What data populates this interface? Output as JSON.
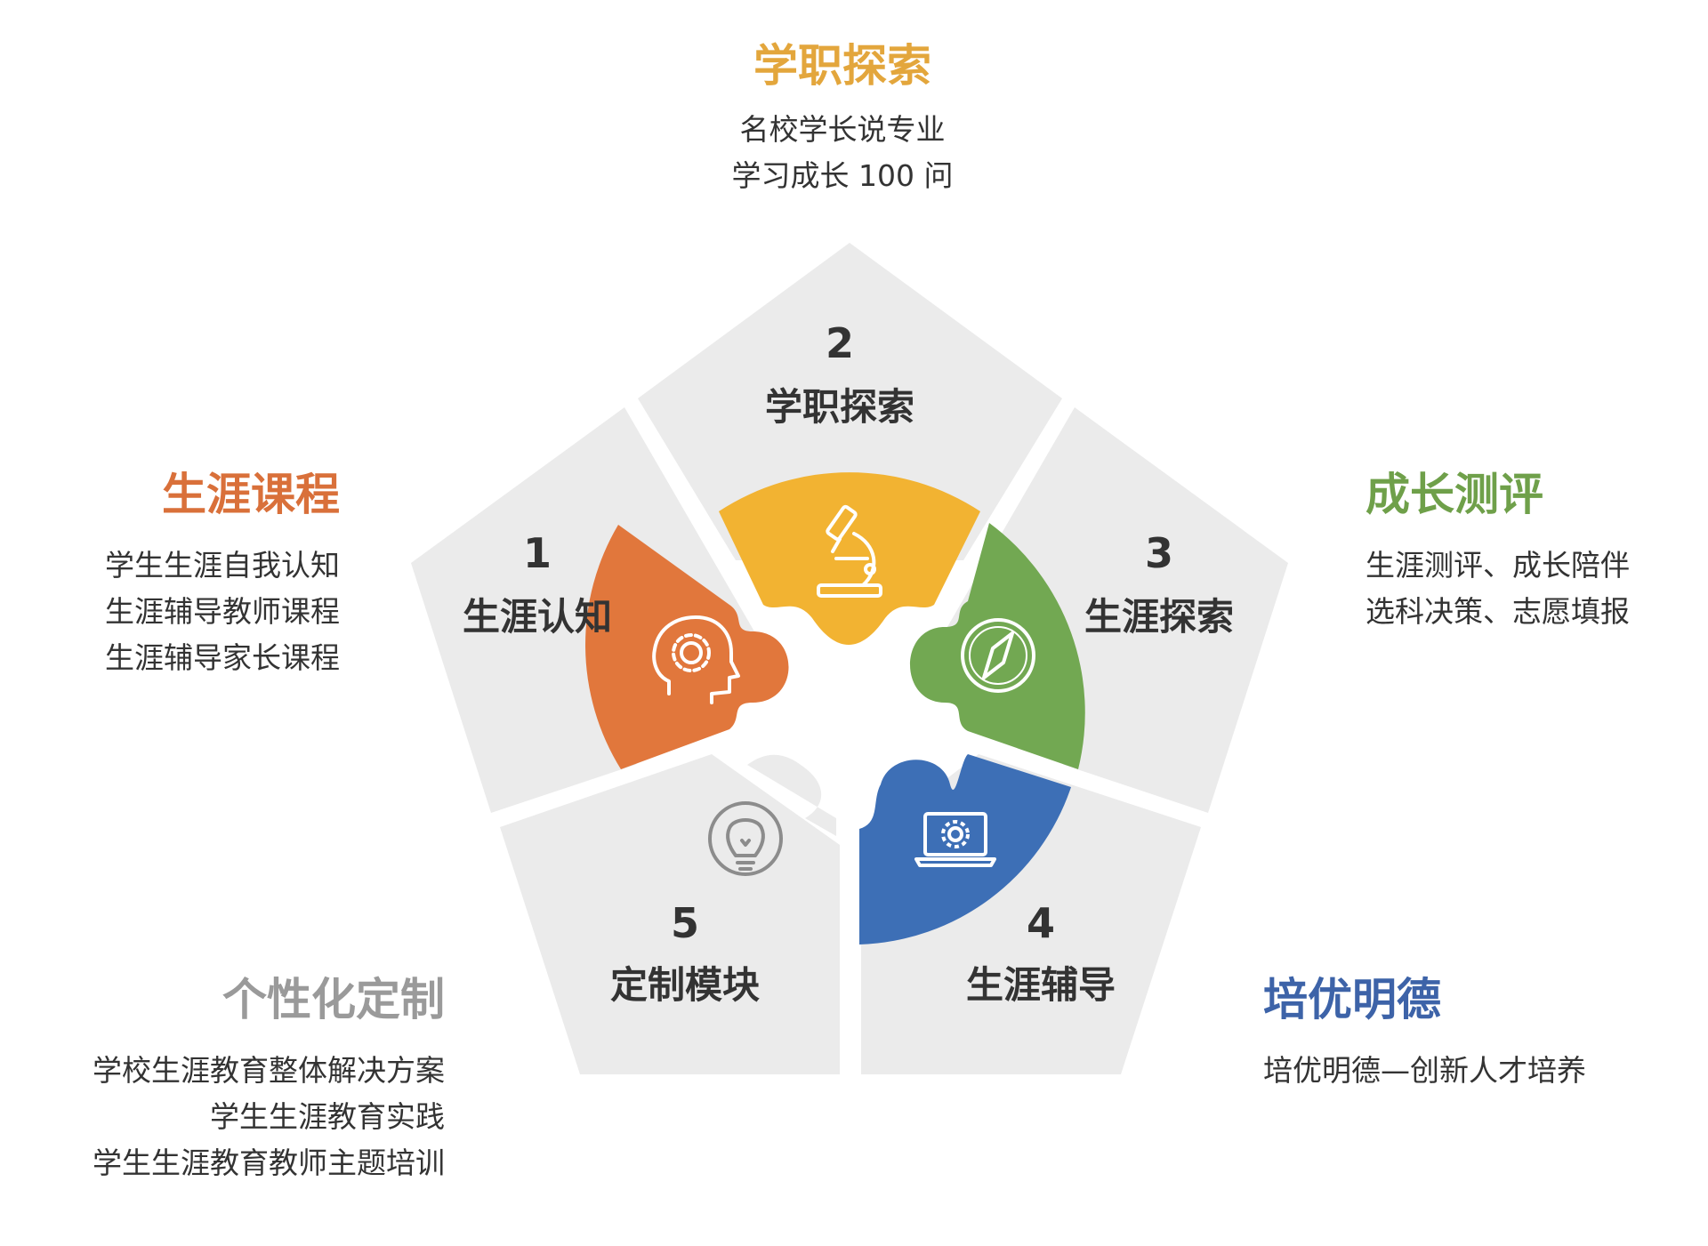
{
  "colors": {
    "segment_bg": "#ebebeb",
    "orange": "#e1773c",
    "yellow": "#f2b332",
    "green": "#72a852",
    "blue": "#3d6fb6",
    "gray_text": "#9a9a9a",
    "icon_gray": "#8c8c8c",
    "label_dark": "#333333"
  },
  "segments": [
    {
      "number": "1",
      "label": "生涯认知",
      "icon": "brain-gear-icon",
      "color": "#e1773c"
    },
    {
      "number": "2",
      "label": "学职探索",
      "icon": "microscope-icon",
      "color": "#f2b332"
    },
    {
      "number": "3",
      "label": "生涯探索",
      "icon": "compass-icon",
      "color": "#72a852"
    },
    {
      "number": "4",
      "label": "生涯辅导",
      "icon": "laptop-gear-icon",
      "color": "#3d6fb6"
    },
    {
      "number": "5",
      "label": "定制模块",
      "icon": "lightbulb-icon",
      "color": "#ebebeb"
    }
  ],
  "sides": {
    "top": {
      "title": "学职探索",
      "color": "#e3a63c",
      "lines": [
        "名校学长说专业",
        "学习成长 100 问"
      ]
    },
    "left": {
      "title": "生涯课程",
      "color": "#d9703a",
      "lines": [
        "学生生涯自我认知",
        "生涯辅导教师课程",
        "生涯辅导家长课程"
      ]
    },
    "right": {
      "title": "成长测评",
      "color": "#6fa04a",
      "lines": [
        "生涯测评、成长陪伴",
        "选科决策、志愿填报"
      ]
    },
    "bottom_left": {
      "title": "个性化定制",
      "color": "#9a9a9a",
      "lines": [
        "学校生涯教育整体解决方案",
        "学生生涯教育实践",
        "学生生涯教育教师主题培训"
      ]
    },
    "bottom_right": {
      "title": "培优明德",
      "color": "#3d63a8",
      "lines": [
        "培优明德—创新人才培养"
      ]
    }
  }
}
